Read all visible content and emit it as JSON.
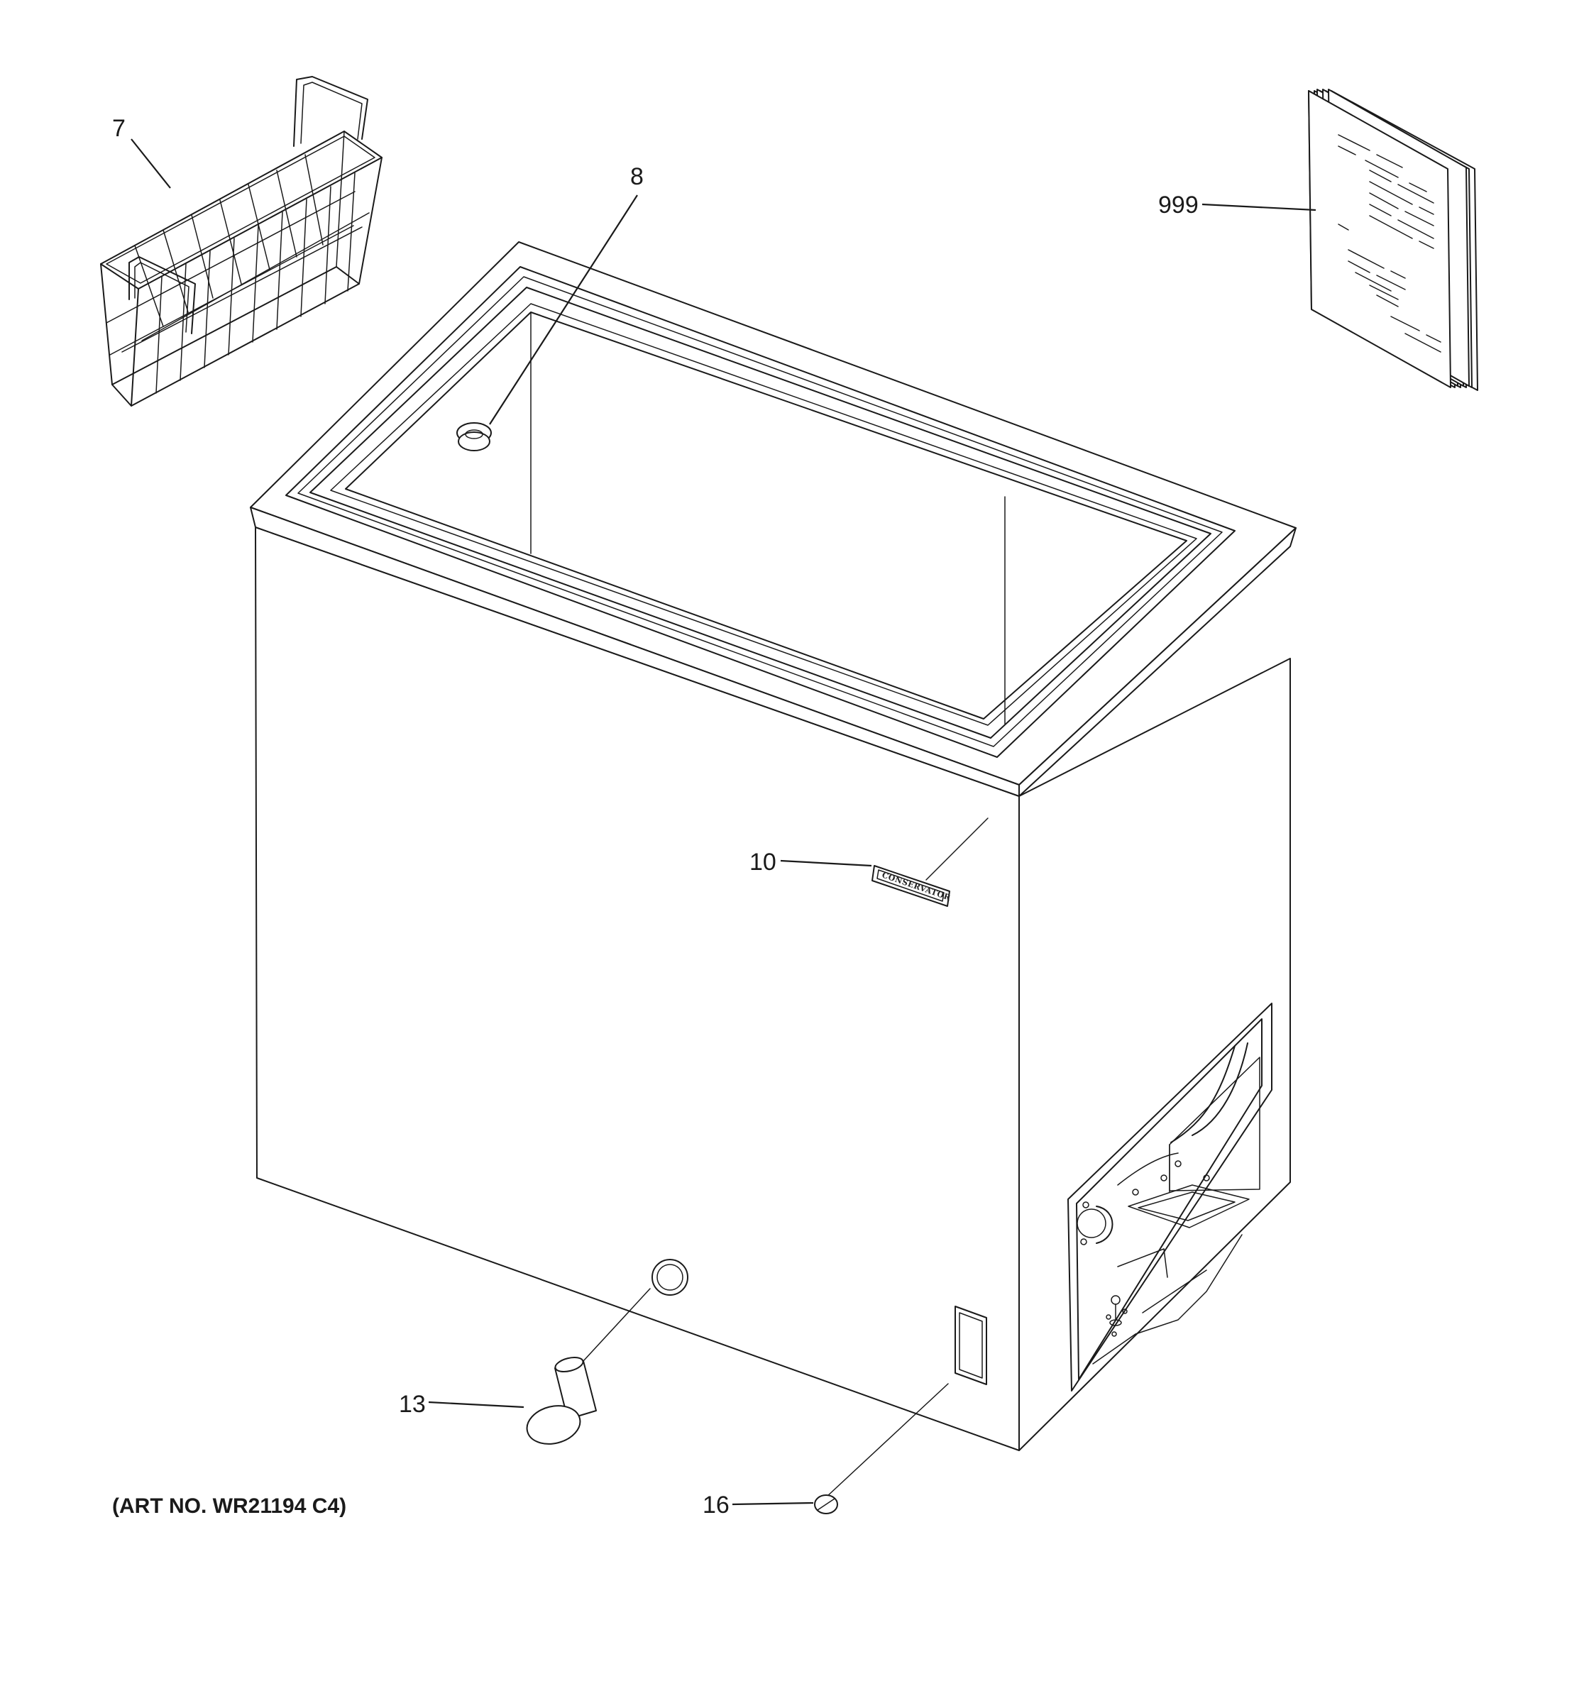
{
  "callouts": {
    "basket": "7",
    "drain_plug": "8",
    "manual": "999",
    "badge": "10",
    "drain_tube": "13",
    "screw": "16"
  },
  "badge_label": "CONSERVATOR",
  "art_number": "(ART NO. WR21194 C4)"
}
